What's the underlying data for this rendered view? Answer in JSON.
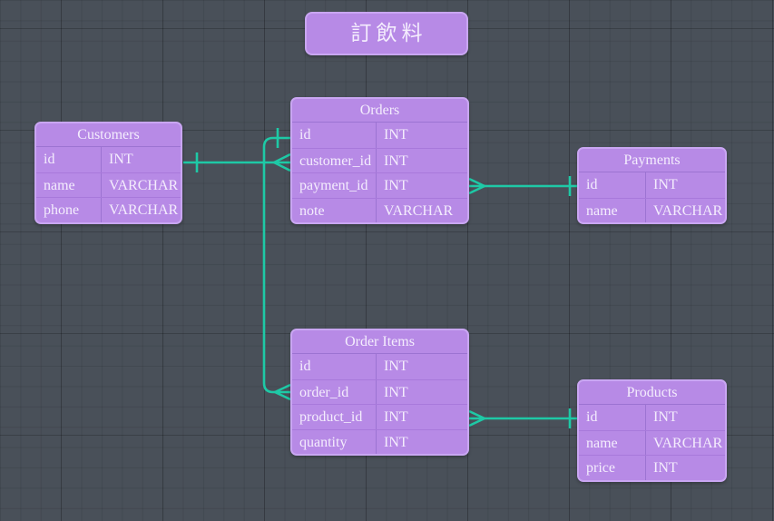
{
  "title_node": {
    "label": "訂飲料"
  },
  "entities": {
    "customers": {
      "title": "Customers",
      "rows": [
        {
          "name": "id",
          "type": "INT"
        },
        {
          "name": "name",
          "type": "VARCHAR"
        },
        {
          "name": "phone",
          "type": "VARCHAR"
        }
      ]
    },
    "orders": {
      "title": "Orders",
      "rows": [
        {
          "name": "id",
          "type": "INT"
        },
        {
          "name": "customer_id",
          "type": "INT"
        },
        {
          "name": "payment_id",
          "type": "INT"
        },
        {
          "name": "note",
          "type": "VARCHAR"
        }
      ]
    },
    "payments": {
      "title": "Payments",
      "rows": [
        {
          "name": "id",
          "type": "INT"
        },
        {
          "name": "name",
          "type": "VARCHAR"
        }
      ]
    },
    "order_items": {
      "title": "Order Items",
      "rows": [
        {
          "name": "id",
          "type": "INT"
        },
        {
          "name": "order_id",
          "type": "INT"
        },
        {
          "name": "product_id",
          "type": "INT"
        },
        {
          "name": "quantity",
          "type": "INT"
        }
      ]
    },
    "products": {
      "title": "Products",
      "rows": [
        {
          "name": "id",
          "type": "INT"
        },
        {
          "name": "name",
          "type": "VARCHAR"
        },
        {
          "name": "price",
          "type": "INT"
        }
      ]
    }
  },
  "relationships": [
    {
      "from_entity": "Customers",
      "from_attribute": "id",
      "from_cardinality": "one",
      "to_entity": "Orders",
      "to_attribute": "customer_id",
      "to_cardinality": "many"
    },
    {
      "from_entity": "Orders",
      "from_attribute": "id",
      "from_cardinality": "one",
      "to_entity": "Order Items",
      "to_attribute": "order_id",
      "to_cardinality": "many"
    },
    {
      "from_entity": "Payments",
      "from_attribute": "id",
      "from_cardinality": "one",
      "to_entity": "Orders",
      "to_attribute": "payment_id",
      "to_cardinality": "many"
    },
    {
      "from_entity": "Products",
      "from_attribute": "id",
      "from_cardinality": "one",
      "to_entity": "Order Items",
      "to_attribute": "product_id",
      "to_cardinality": "many"
    }
  ],
  "colors": {
    "background": "#495059",
    "entity_fill": "#b78ae6",
    "entity_border": "#c9a6f2",
    "entity_divider": "#9c73d2",
    "text": "#f4edfd",
    "relationship_line": "#1ec9a6"
  }
}
